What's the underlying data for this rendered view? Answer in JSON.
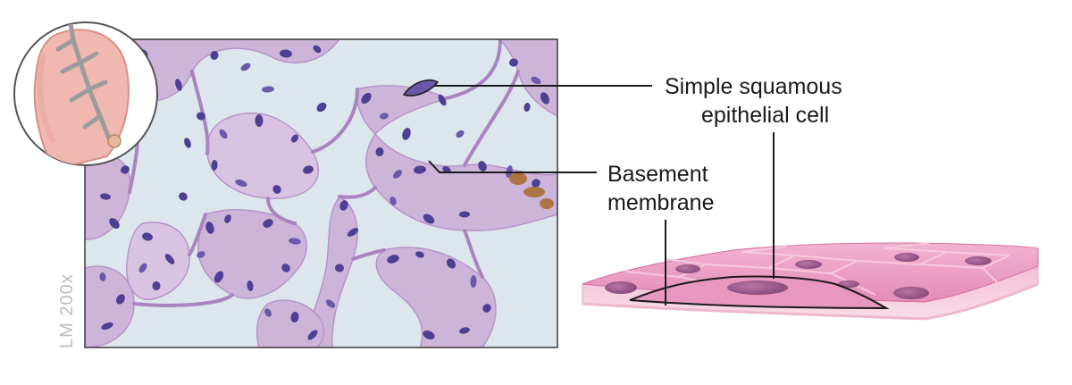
{
  "labels": {
    "squamous_line1": "Simple squamous",
    "squamous_line2": "epithelial cell",
    "basement_line1": "Basement",
    "basement_line2": "membrane",
    "magnification": "LM 200x"
  },
  "colors": {
    "background": "#ffffff",
    "micrograph_bg": "#dde6ec",
    "tissue_stroke": "#b68fc8",
    "tissue_fill": "#cdb3da",
    "nucleus": "#4d3f91",
    "nucleus_light": "#6a58a8",
    "stain_brown": "#a86a2a",
    "leader_line": "#1a1a1a",
    "epithelium_top": "#e895bd",
    "epithelium_edge": "#d46f9f",
    "cell_nucleus": "#9c5a8c",
    "lung_skin": "#efb9b1",
    "bronchi": "#9c9c9c",
    "magnification_text": "#bdbdbd"
  }
}
